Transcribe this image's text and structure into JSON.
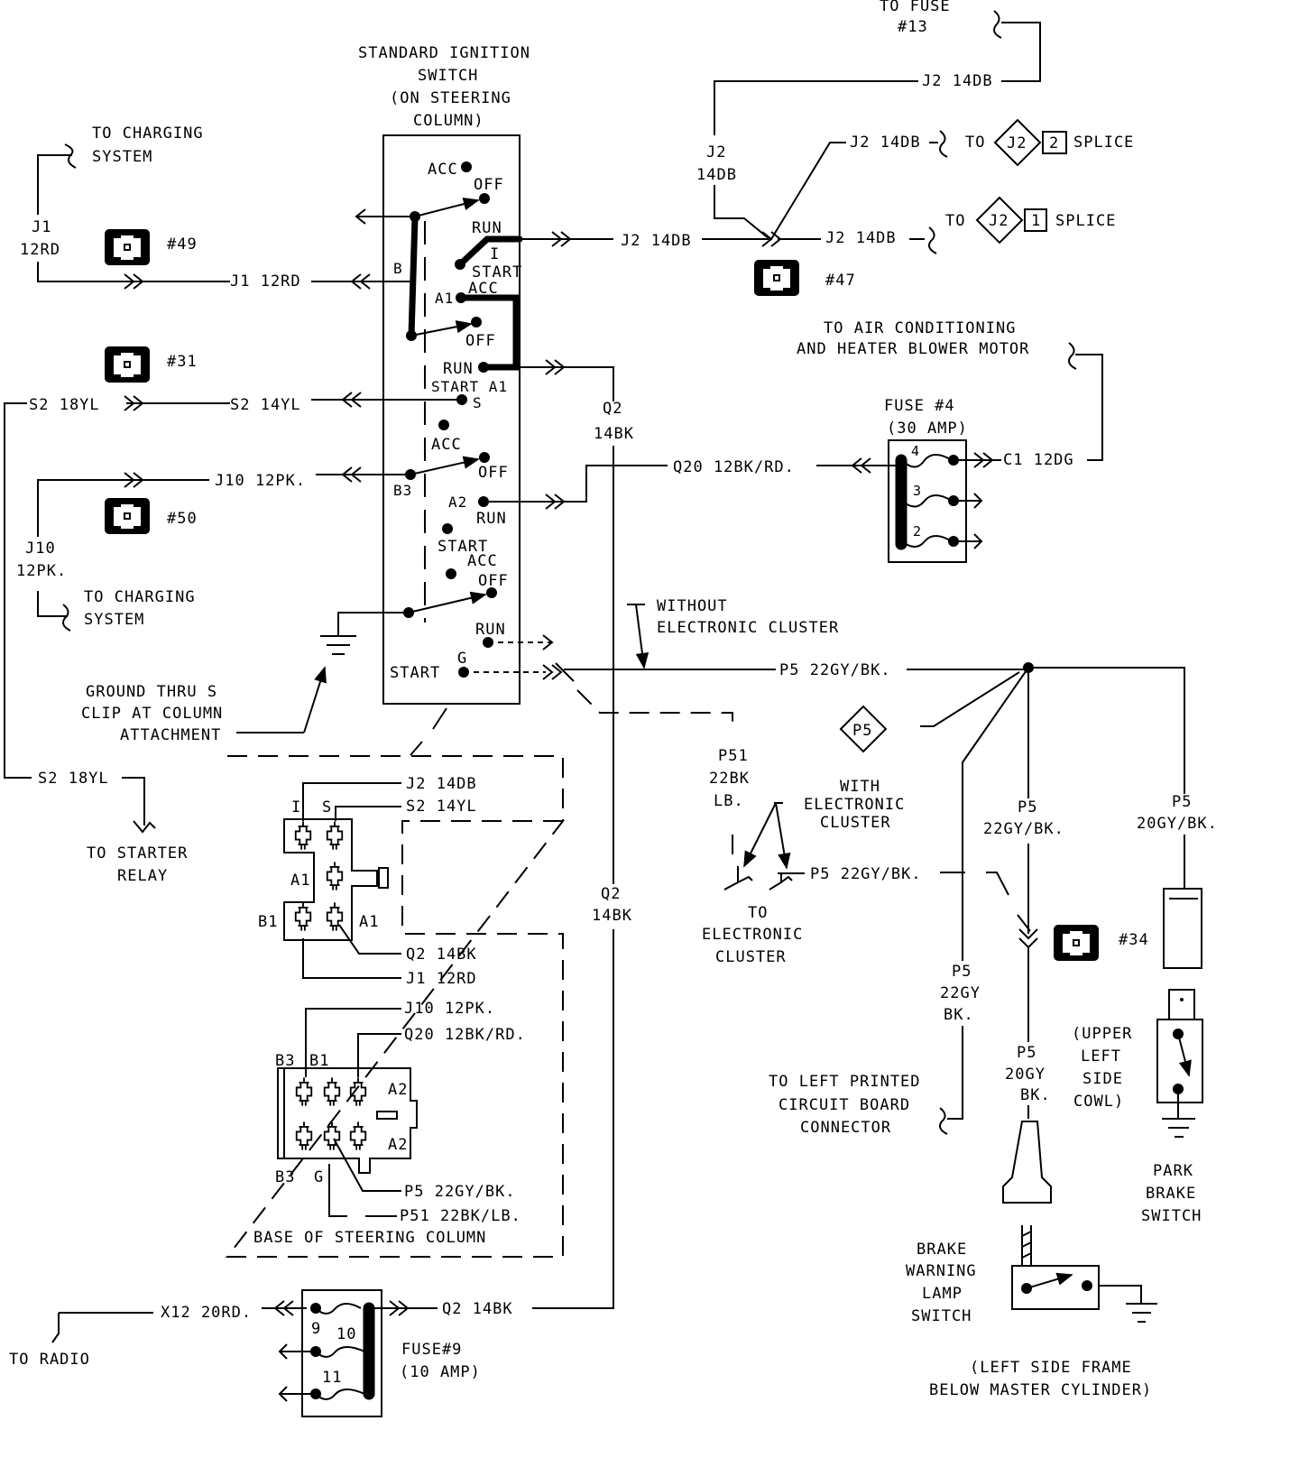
{
  "diagram": {
    "switch": {
      "title": [
        "STANDARD IGNITION",
        "SWITCH",
        "(ON STEERING",
        "COLUMN)"
      ],
      "positions": {
        "acc1": "ACC",
        "off1": "OFF",
        "run1": "RUN",
        "i": "I",
        "start1": "START",
        "acc2": "ACC",
        "a1": "A1",
        "b": "B",
        "off2": "OFF",
        "run2": "RUN",
        "start_a1": "START A1",
        "s": "S",
        "acc3": "ACC",
        "off3": "OFF",
        "b3": "B3",
        "a2": "A2",
        "run3": "RUN",
        "start3": "START",
        "acc4": "ACC",
        "off4": "OFF",
        "run4": "RUN",
        "g": "G",
        "start4": "START"
      }
    },
    "fuse13": [
      "TO FUSE",
      "#13"
    ],
    "charging_top": [
      "TO CHARGING",
      "SYSTEM"
    ],
    "charging_bottom": [
      "TO CHARGING",
      "SYSTEM"
    ],
    "connectors": {
      "c49": "#49",
      "c31": "#31",
      "c50": "#50",
      "c47": "#47",
      "c34": "#34"
    },
    "wires": {
      "j1_12rd_v": [
        "J1",
        "12RD"
      ],
      "j1_12rd": "J1 12RD",
      "j2_14db_top": "J2 14DB",
      "j2_14db_v": [
        "J2",
        "14DB"
      ],
      "j2_14db_splice2": "J2 14DB",
      "j2_14db_splice1": "J2 14DB",
      "j2_14db_run": "J2 14DB",
      "s2_18yl": "S2 18YL",
      "s2_14yl": "S2 14YL",
      "q2_14bk_v1": [
        "Q2",
        "14BK"
      ],
      "q2_14bk_v2": [
        "Q2",
        "14BK"
      ],
      "q20": "Q20 12BK/RD.",
      "c1_12dg": "C1 12DG",
      "j10_12pk": "J10 12PK.",
      "j10_12pk_v": [
        "J10",
        "12PK."
      ],
      "p5_main": "P5 22GY/BK.",
      "p51_v": [
        "P51",
        "22BK",
        "LB."
      ],
      "s2_18yl_bottom": "S2 18YL",
      "p5_22gybk_v": [
        "P5",
        "22GY/BK."
      ],
      "p5_20gybk_v": [
        "P5",
        "20GY/BK."
      ],
      "p5_cluster": "P5 22GY/BK.",
      "p5_22gy_v": [
        "P5",
        "22GY",
        "BK."
      ],
      "p5_20gy_v": [
        "P5",
        "20GY",
        "BK."
      ],
      "x12": "X12 20RD.",
      "q2_14bk_fuse": "Q2 14BK"
    },
    "splices": {
      "to1": "TO",
      "j2a": "J2",
      "n2": "2",
      "splice_a": "SPLICE",
      "to2": "TO",
      "j2b": "J2",
      "n1": "1",
      "splice_b": "SPLICE",
      "p5": "P5"
    },
    "blower": [
      "TO AIR CONDITIONING",
      "AND HEATER BLOWER MOTOR"
    ],
    "fuse4": {
      "title": [
        "FUSE #4",
        "(30 AMP)"
      ],
      "slots": [
        "4",
        "3",
        "2"
      ]
    },
    "without_cluster": [
      "WITHOUT",
      "ELECTRONIC CLUSTER"
    ],
    "with_cluster": [
      "WITH",
      "ELECTRONIC",
      "CLUSTER"
    ],
    "to_cluster": [
      "TO",
      "ELECTRONIC",
      "CLUSTER"
    ],
    "ground_note": [
      "GROUND THRU S",
      "CLIP AT COLUMN",
      "ATTACHMENT"
    ],
    "starter_relay": [
      "TO STARTER",
      "RELAY"
    ],
    "base_column": {
      "title": "BASE OF STEERING COLUMN",
      "upper_pins": {
        "i": "I",
        "s": "S",
        "a1_left": "A1",
        "b1": "B1",
        "a1_right": "A1"
      },
      "upper_wires": [
        "J2 14DB",
        "S2 14YL",
        "Q2 14BK",
        "J1 12RD"
      ],
      "lower_pins": {
        "b3_top": "B3",
        "b1_top": "B1",
        "a2_top": "A2",
        "a2_bottom": "A2",
        "b3_bottom": "B3",
        "g": "G"
      },
      "lower_wires": [
        "J10 12PK.",
        "Q20 12BK/RD.",
        "P5 22GY/BK.",
        "P51 22BK/LB."
      ]
    },
    "cowl": [
      "(UPPER",
      "LEFT",
      "SIDE",
      "COWL)"
    ],
    "printed_board": [
      "TO LEFT PRINTED",
      "CIRCUIT BOARD",
      "CONNECTOR"
    ],
    "park_brake": [
      "PARK",
      "BRAKE",
      "SWITCH"
    ],
    "brake_warning": [
      "BRAKE",
      "WARNING",
      "LAMP",
      "SWITCH"
    ],
    "frame_note": [
      "(LEFT SIDE FRAME",
      "BELOW MASTER CYLINDER)"
    ],
    "fuse9": {
      "title": [
        "FUSE#9",
        "(10 AMP)"
      ],
      "slots": [
        "9",
        "10",
        "11"
      ]
    },
    "radio": "TO RADIO"
  }
}
